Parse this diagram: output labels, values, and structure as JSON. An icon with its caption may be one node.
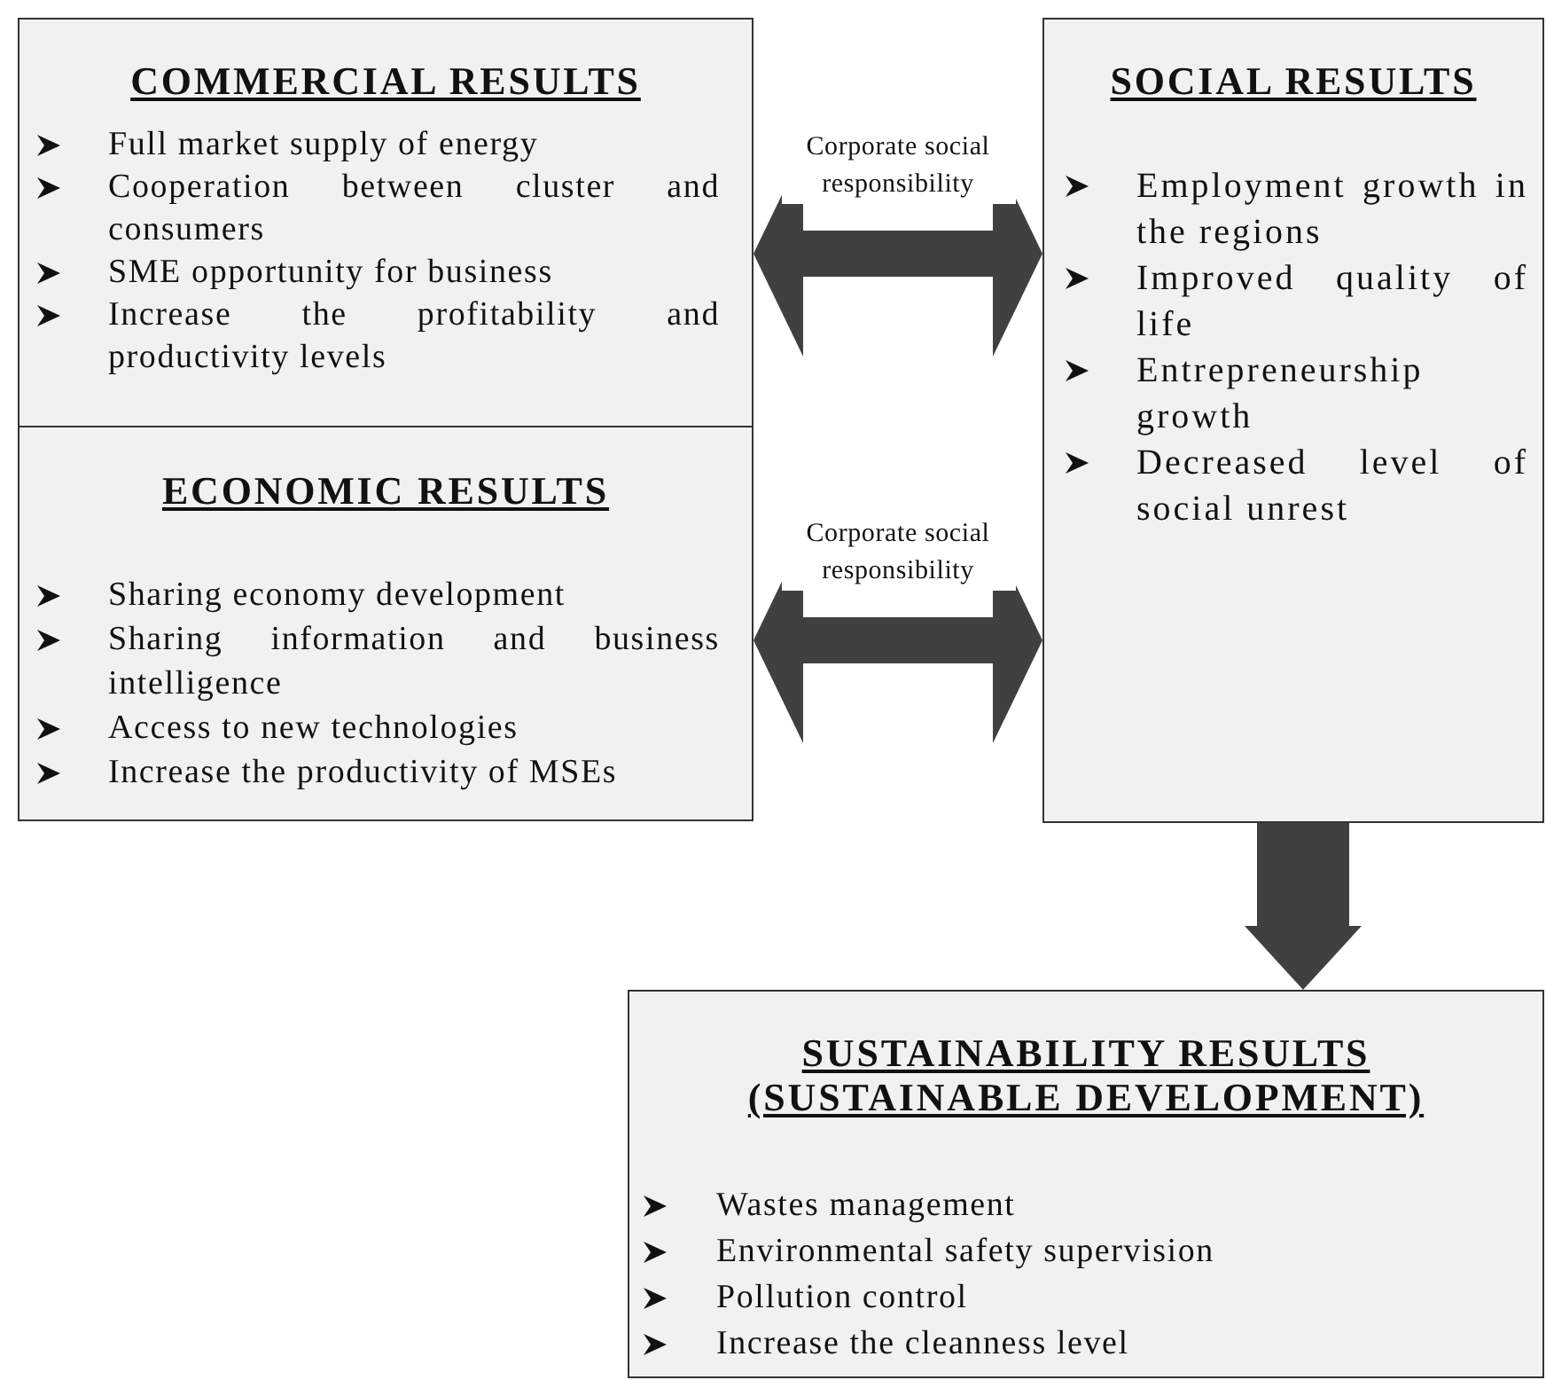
{
  "diagram": {
    "nodes": [
      {
        "text": [
          "COMMERCIAL RESULTS",
          "Full market supply of energy",
          "Cooperation between cluster and consumers",
          "SME opportunity for business",
          "Increase the profitability and productivity levels"
        ]
      },
      {
        "text": [
          "ECONOMIC RESULTS",
          "Sharing economy development",
          "Sharing information and business intelligence",
          "Access to new technologies",
          "Increase the productivity of MSEs"
        ]
      },
      {
        "text": [
          "SOCIAL RESULTS",
          "Employment growth in the regions",
          "Improved quality of life",
          "Entrepreneurship growth",
          "Decreased level of social unrest"
        ]
      },
      {
        "text": [
          "SUSTAINABILITY RESULTS (SUSTAINABLE DEVELOPMENT)",
          "Wastes management",
          "Environmental safety supervision",
          "Pollution control",
          "Increase the cleanness level"
        ]
      }
    ],
    "edges": [
      {
        "from": 0,
        "to": 2,
        "arrow": "both",
        "label": "Corporate social responsibility"
      },
      {
        "from": 1,
        "to": 2,
        "arrow": "both",
        "label": "Corporate social responsibility"
      },
      {
        "from": 2,
        "to": 3,
        "arrow": "to",
        "style": "thick"
      }
    ]
  }
}
